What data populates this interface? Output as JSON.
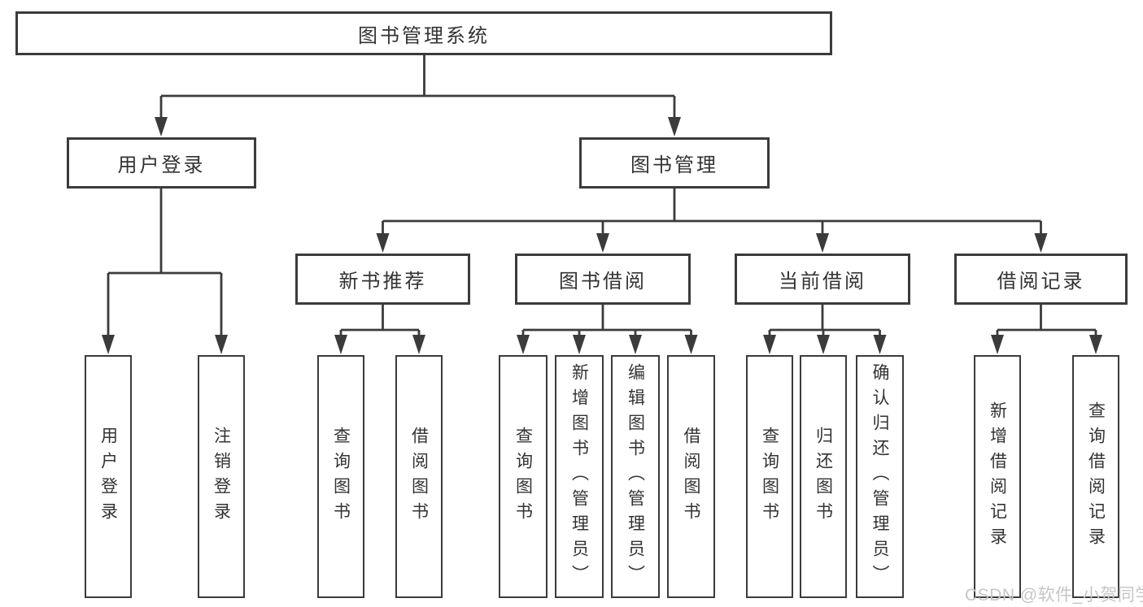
{
  "colors": {
    "line": "#3b3b3b",
    "text": "#333333",
    "box_bg": "#ffffff",
    "watermark": "#c6c6c6",
    "page_bg": "#ffffff"
  },
  "tree": {
    "root": {
      "label": "图书管理系统"
    },
    "branches": [
      {
        "label": "用户登录",
        "children": [
          {
            "label": "用户登录"
          },
          {
            "label": "注销登录"
          }
        ]
      },
      {
        "label": "图书管理",
        "children": [
          {
            "label": "新书推荐",
            "children": [
              {
                "label": "查询图书"
              },
              {
                "label": "借阅图书"
              }
            ]
          },
          {
            "label": "图书借阅",
            "children": [
              {
                "label": "查询图书"
              },
              {
                "label": "新增图书（管理员）"
              },
              {
                "label": "编辑图书（管理员）"
              },
              {
                "label": "借阅图书"
              }
            ]
          },
          {
            "label": "当前借阅",
            "children": [
              {
                "label": "查询图书"
              },
              {
                "label": "归还图书"
              },
              {
                "label": "确认归还（管理员）"
              }
            ]
          },
          {
            "label": "借阅记录",
            "children": [
              {
                "label": "新增借阅记录"
              },
              {
                "label": "查询借阅记录"
              }
            ]
          }
        ]
      }
    ]
  },
  "watermark": {
    "text": "CSDN @软件_小贺同学"
  }
}
